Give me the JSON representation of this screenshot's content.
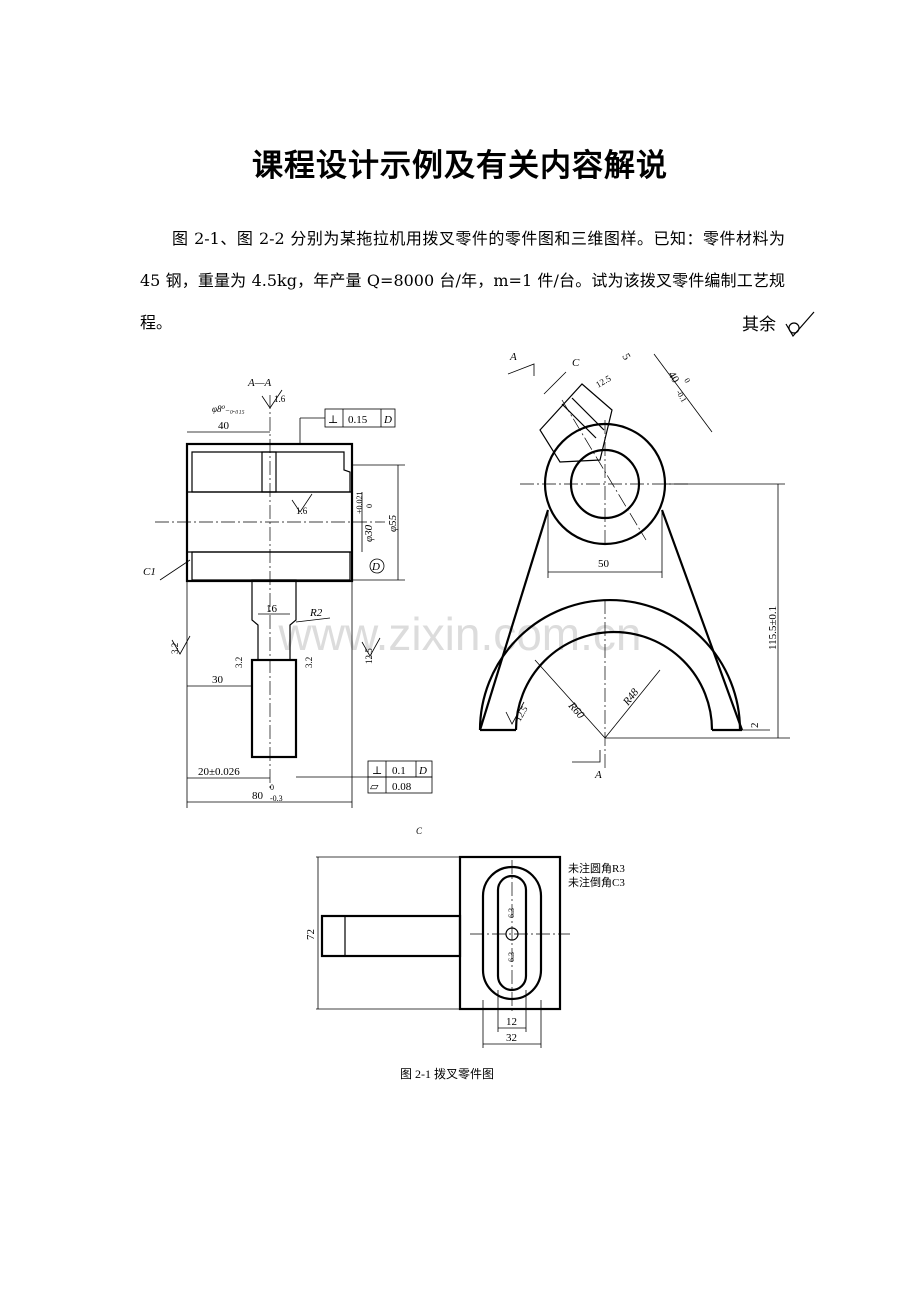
{
  "title": "课程设计示例及有关内容解说",
  "paragraph": "图 2-1、图 2-2 分别为某拖拉机用拨叉零件的零件图和三维图样。已知：零件材料为 45 钢，重量为 4.5kg，年产量 Q=8000 台/年，m=1 件/台。试为该拨叉零件编制工艺规程。",
  "rest_label": "其余",
  "watermark": "www.zixin.com.cn",
  "drawing": {
    "left_view": {
      "section": "A—A",
      "phi8": "φ8⁰₋₀.₀₁₅",
      "ra_top": "1.6",
      "tol1_sym": "⊥",
      "tol1_val": "0.15",
      "tol1_ref": "D",
      "d40": "40",
      "ra_bore": "1.6",
      "d_bore": "φ30",
      "d_bore_tol": "+0.021",
      "d_bore_tol2": "0",
      "d55": "φ55",
      "datum_d": "D",
      "c1": "C1",
      "d16": "16",
      "r2": "R2",
      "ra_left": "3.2",
      "ra_web1": "3.2",
      "ra_web2": "3.2",
      "ra_right": "12.5",
      "d30": "30",
      "d20": "20±0.026",
      "d80": "80",
      "d80_tol": "0",
      "d80_tol2": "-0.3",
      "tol2_sym": "⊥",
      "tol2_val": "0.1",
      "tol2_ref": "D",
      "tol3_sym": "▱",
      "tol3_val": "0.08"
    },
    "right_view": {
      "a_label": "A",
      "c_label": "C",
      "d5": "5",
      "ra_slot": "12.5",
      "d40": "40",
      "d40_tol": "0",
      "d40_tol2": "-0.1",
      "d50": "50",
      "d115": "115.5±0.1",
      "r60": "R60",
      "r48": "R48",
      "ra_fork": "12.5",
      "d2": "2",
      "a_bottom": "A"
    },
    "c_view": {
      "label": "C",
      "note1": "未注圆角R3",
      "note2": "未注倒角C3",
      "d72": "72",
      "ra1": "6.3",
      "ra2": "6.3",
      "d12": "12",
      "d32": "32"
    },
    "caption": "图 2-1   拨叉零件图"
  }
}
